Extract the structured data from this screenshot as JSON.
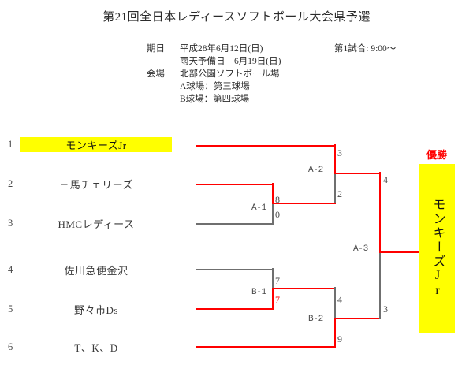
{
  "header": {
    "title": "第21回全日本レディースソフトボール大会県予選",
    "info": [
      {
        "label": "期日",
        "value": "平成28年6月12日(日)",
        "indent": false
      },
      {
        "label": "",
        "value": "雨天予備日　6月19日(日)",
        "indent": true
      },
      {
        "label": "会場",
        "value": "北部公園ソフトボール場",
        "indent": false
      },
      {
        "label": "",
        "value": "A球場：第三球場",
        "indent": true
      },
      {
        "label": "",
        "value": "B球場：第四球場",
        "indent": true
      }
    ],
    "first_game": "第1試合: 9:00～"
  },
  "teams": [
    {
      "seed": "1",
      "name": "モンキーズJr",
      "highlight": true
    },
    {
      "seed": "2",
      "name": "三馬チェリーズ",
      "highlight": false
    },
    {
      "seed": "3",
      "name": "HMCレディース",
      "highlight": false
    },
    {
      "seed": "4",
      "name": "佐川急便金沢",
      "highlight": false
    },
    {
      "seed": "5",
      "name": "野々市Ds",
      "highlight": false
    },
    {
      "seed": "6",
      "name": "T、K、D",
      "highlight": false
    }
  ],
  "matches": [
    {
      "id": "A-1",
      "label": "A-1",
      "top_team": "2",
      "bottom_team": "3",
      "top_score": "8",
      "bottom_score": "0",
      "winner": "top"
    },
    {
      "id": "A-2",
      "label": "A-2",
      "top_team": "1",
      "bottom_team": "A-1 winner",
      "top_score": "3",
      "bottom_score": "2",
      "winner": "top"
    },
    {
      "id": "B-1",
      "label": "B-1",
      "top_team": "4",
      "bottom_team": "5",
      "top_score": "7",
      "bottom_score": "7",
      "winner": "bottom"
    },
    {
      "id": "B-2",
      "label": "B-2",
      "top_team": "B-1 winner",
      "bottom_team": "6",
      "top_score": "4",
      "bottom_score": "9",
      "winner": "bottom"
    },
    {
      "id": "A-3",
      "label": "A-3",
      "top_team": "A-2 winner",
      "bottom_team": "B-2 winner",
      "top_score": "4",
      "bottom_score": "3",
      "winner": "top"
    }
  ],
  "champion": {
    "label": "優勝",
    "name": "モンキーズJr"
  },
  "colors": {
    "win_line": "#ff0000",
    "lose_line": "#6f6f6f",
    "highlight": "#ffff00"
  }
}
